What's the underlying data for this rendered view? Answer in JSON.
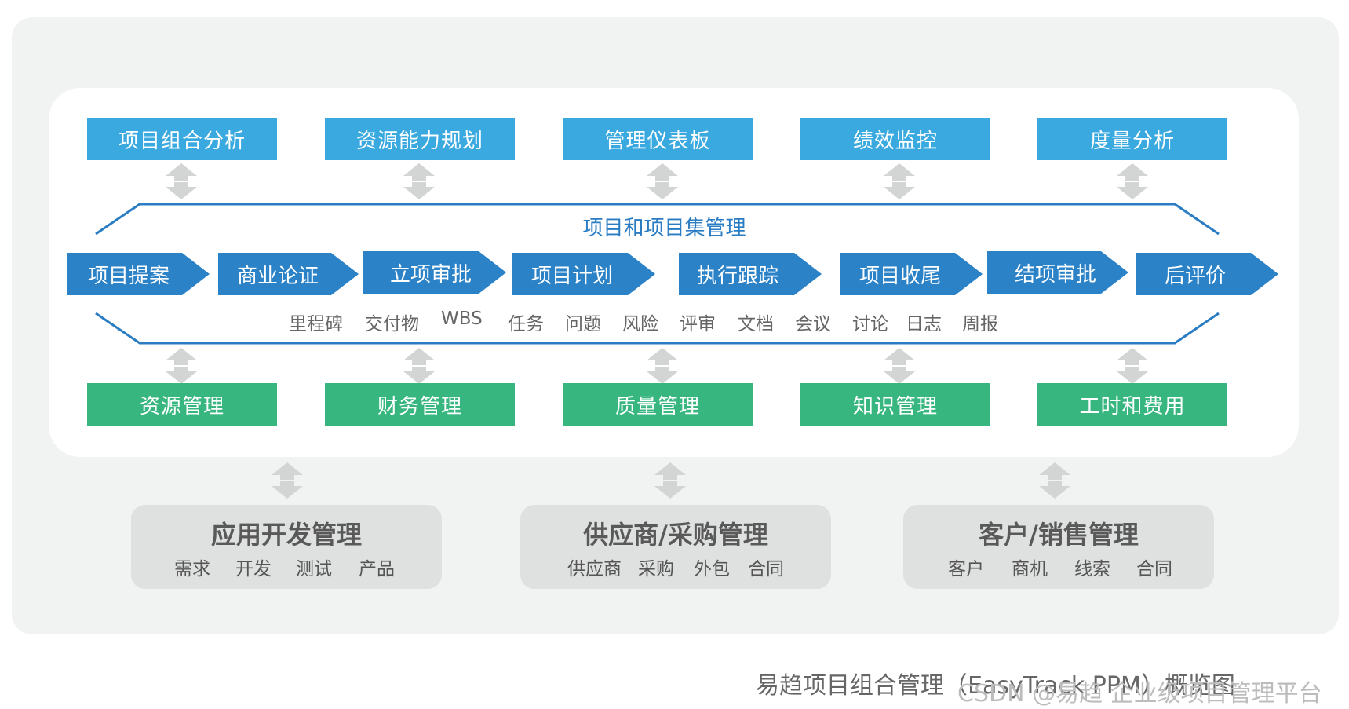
{
  "top_modules": [
    "项目组合分析",
    "资源能力规划",
    "管理仪表板",
    "绩效监控",
    "度量分析"
  ],
  "program_title": "项目和项目集管理",
  "stages": [
    "项目提案",
    "商业论证",
    "立项审批",
    "项目计划",
    "执行跟踪",
    "项目收尾",
    "结项审批",
    "后评价"
  ],
  "artifacts": [
    "里程碑",
    "交付物",
    "WBS",
    "任务",
    "问题",
    "风险",
    "评审",
    "文档",
    "会议",
    "讨论",
    "日志",
    "周报"
  ],
  "bottom_modules": [
    "资源管理",
    "财务管理",
    "质量管理",
    "知识管理",
    "工时和费用"
  ],
  "systems": [
    {
      "title": "应用开发管理",
      "items": [
        "需求",
        "开发",
        "测试",
        "产品"
      ]
    },
    {
      "title": "供应商/采购管理",
      "items": [
        "供应商",
        "采购",
        "外包",
        "合同"
      ]
    },
    {
      "title": "客户/销售管理",
      "items": [
        "客户",
        "商机",
        "线索",
        "合同"
      ]
    }
  ],
  "caption": "易趋项目组合管理（EasyTrack PPM）概览图",
  "watermark": "CSDN @易趋 企业级项目管理平台",
  "colors": {
    "top_module": "#3aa9e0",
    "bottom_module": "#37b77f",
    "stage_arrow": "#2b82c7",
    "bracket_line": "#2a7cc3",
    "connector_arrow": "#d3d4d4",
    "system_box": "#dfe0e0"
  }
}
